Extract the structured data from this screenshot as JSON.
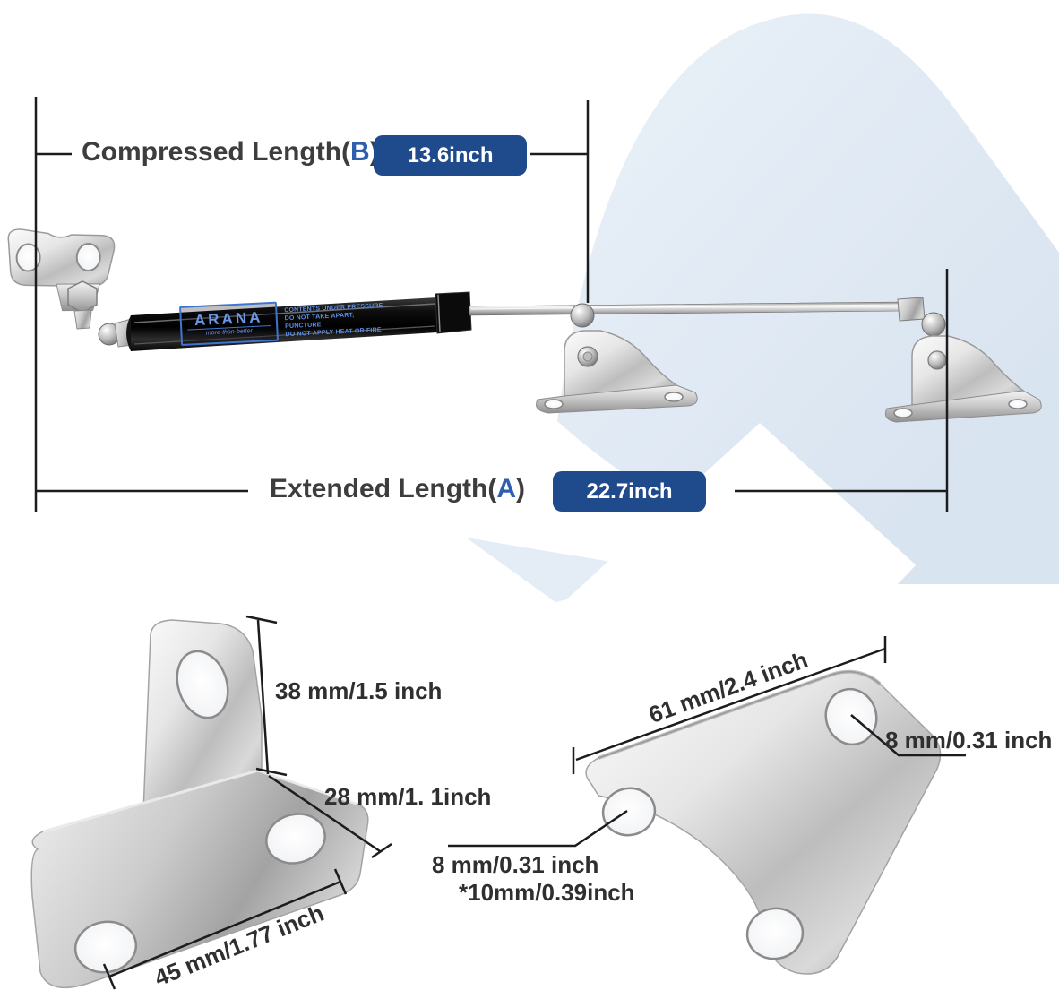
{
  "page": {
    "type": "product-dimension-diagram",
    "product": "gas strut lift support with mounting brackets"
  },
  "colors": {
    "badge_background": "#1f4a8c",
    "accent_letter_blue": "#2d5fae",
    "background_accent_blue": "#dfe9f4",
    "dimension_text": "#2f2f2f"
  },
  "strut": {
    "compressed": {
      "prefix": "Compressed Length(",
      "letter": "B",
      "suffix": ")",
      "value": "13.6inch"
    },
    "extended": {
      "prefix": "Extended Length(",
      "letter": "A",
      "suffix": ")",
      "value": "22.7inch"
    },
    "label": {
      "brand": "ARANA",
      "tagline": "more-than-better",
      "warnings": [
        "CONTENTS UNDER PRESSURE",
        "DO NOT TAKE APART, PUNCTURE",
        "DO NOT APPLY HEAT OR FIRE"
      ]
    }
  },
  "small_bracket": {
    "height_label": "38 mm/1.5 inch",
    "depth_label": "28 mm/1. 1inch",
    "width_label": "45 mm/1.77 inch"
  },
  "large_bracket": {
    "width_label": "61 mm/2.4 inch",
    "right_hole_label": "8 mm/0.31 inch",
    "left_hole_label_line1": "8 mm/0.31 inch",
    "left_hole_label_line2": "*10mm/0.39inch"
  }
}
